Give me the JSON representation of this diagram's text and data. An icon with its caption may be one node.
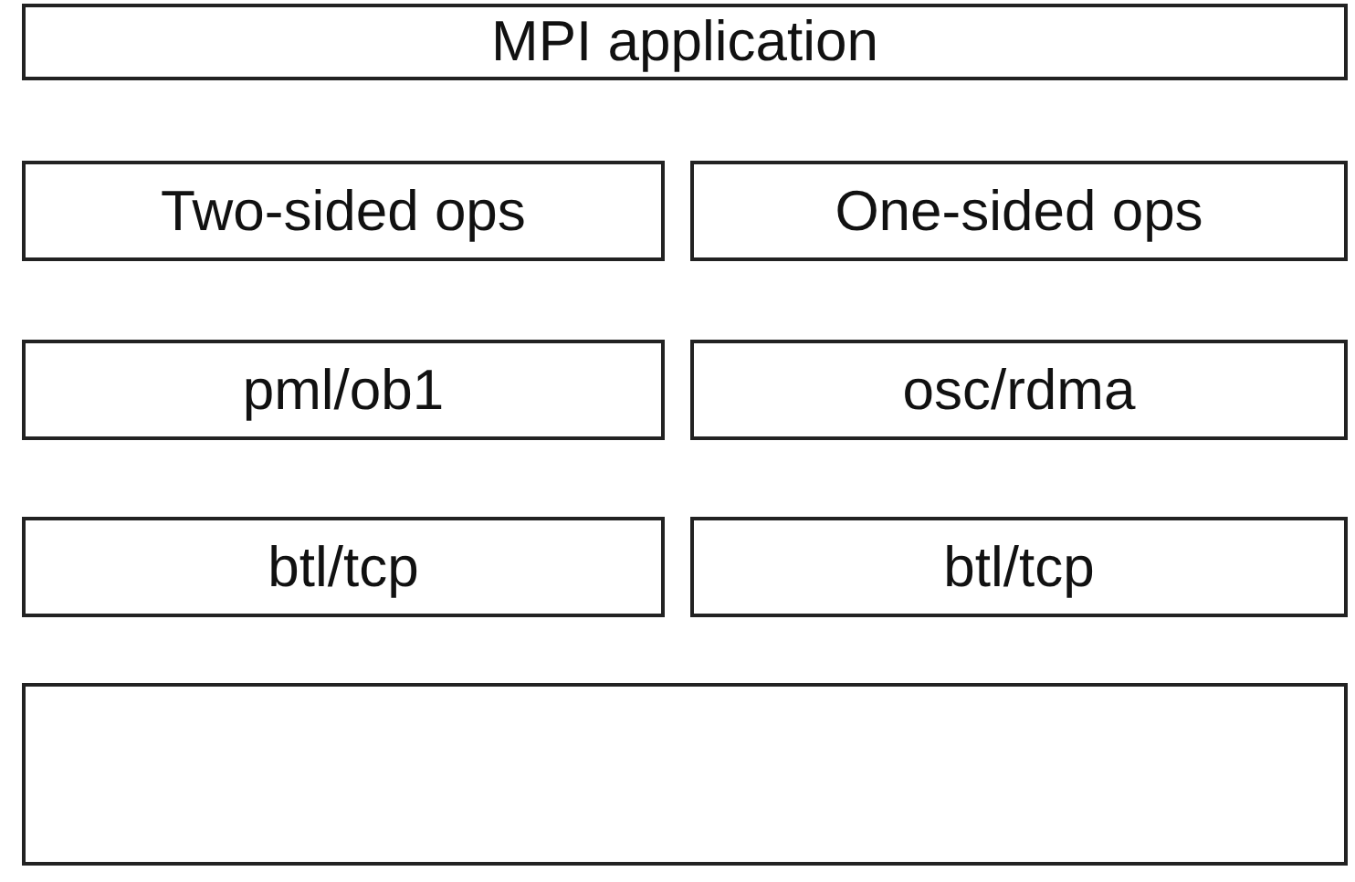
{
  "diagram": {
    "nodes": [
      {
        "text": [
          "MPI application"
        ]
      },
      {
        "text": [
          "Two-sided ops"
        ]
      },
      {
        "text": [
          "One-sided ops"
        ]
      },
      {
        "text": [
          "pml/ob1"
        ]
      },
      {
        "text": [
          "osc/rdma"
        ]
      },
      {
        "text": [
          "btl/tcp"
        ]
      },
      {
        "text": [
          "btl/tcp"
        ]
      },
      {
        "text": [],
        "shape": "box"
      }
    ]
  }
}
